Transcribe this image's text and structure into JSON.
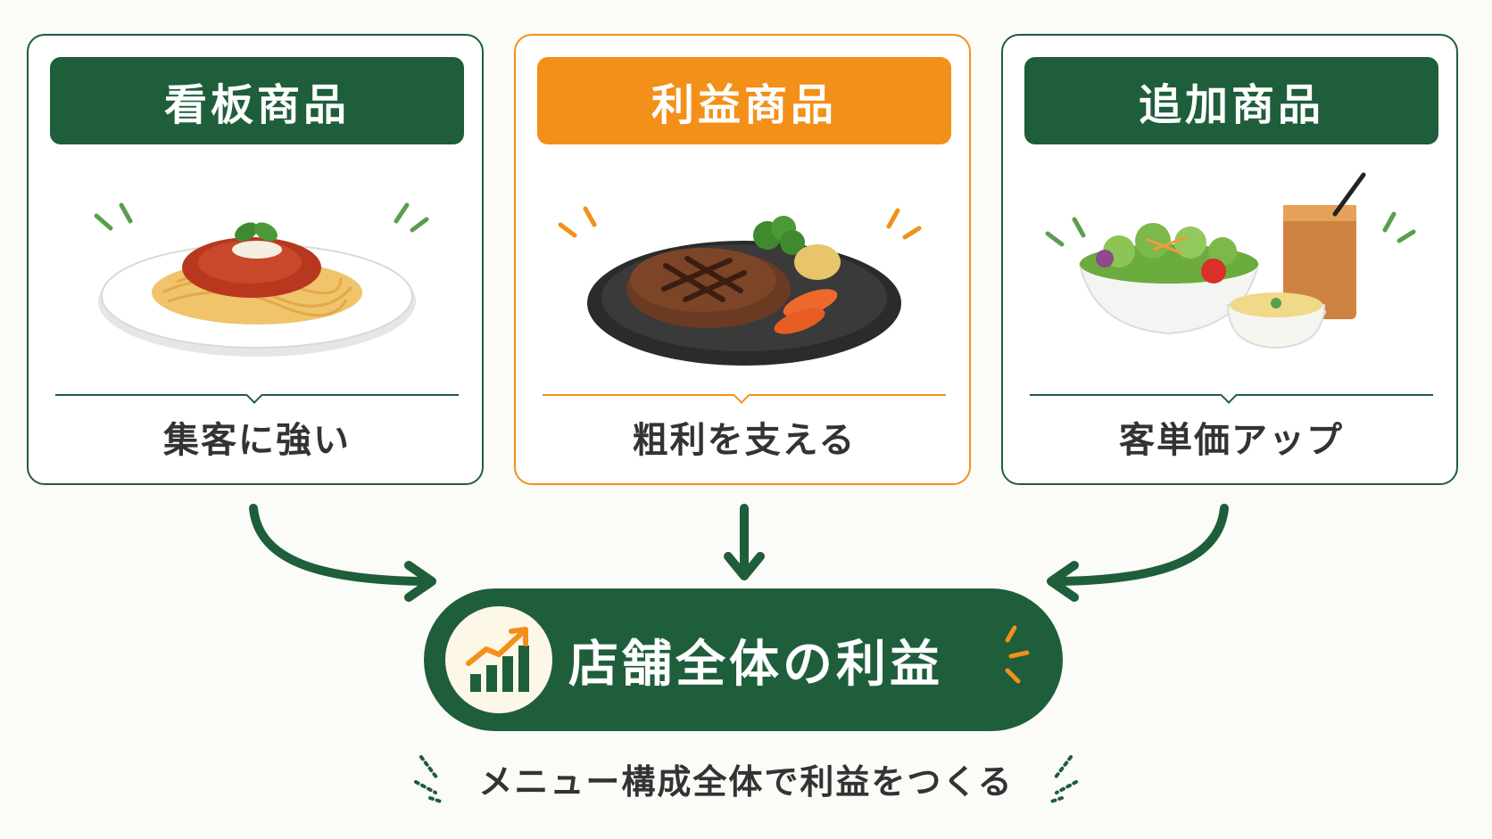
{
  "cards": [
    {
      "title": "看板商品",
      "caption": "集客に強い",
      "icon": "spaghetti-plate-icon"
    },
    {
      "title": "利益商品",
      "caption": "粗利を支える",
      "icon": "hamburg-steak-plate-icon"
    },
    {
      "title": "追加商品",
      "caption": "客単価アップ",
      "icon": "salad-soup-drink-icon"
    }
  ],
  "result": {
    "label": "店舗全体の利益",
    "icon": "profit-chart-icon"
  },
  "tagline": "メニュー構成全体で利益をつくる",
  "colors": {
    "green": "#1e5e3b",
    "orange": "#f39019",
    "background": "#fbfbf8"
  }
}
